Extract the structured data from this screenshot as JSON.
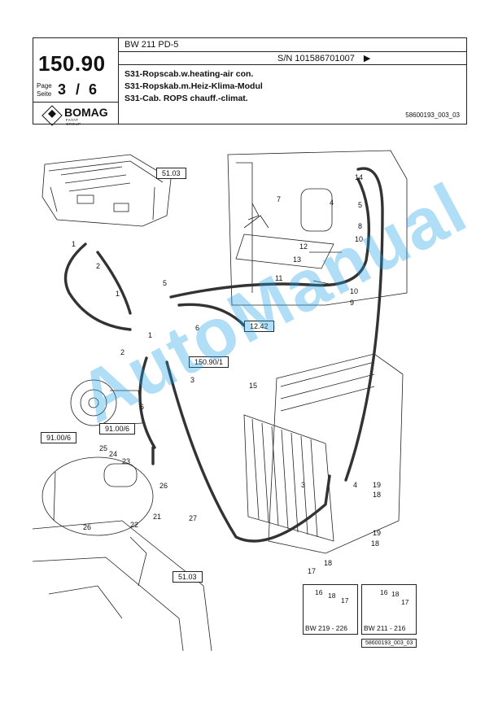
{
  "header": {
    "model": "BW 211 PD-5",
    "serial_number": "S/N 101586701007",
    "page_number": "150.90",
    "page_label": "Page\nSeite",
    "page_current": "3",
    "page_separator": "/",
    "page_total": "6",
    "titles": [
      "S31-Ropscab.w.heating-air con.",
      "S31-Ropskab.m.Heiz-Klima-Modul",
      "S31-Cab. ROPS chauff.-climat."
    ],
    "drawing_id": "58600193_003_03",
    "logo_brand": "BOMAG",
    "logo_sub": "FAYAT GROUP"
  },
  "watermark": "AutoManual",
  "references": [
    "51.03",
    "12.42",
    "150.90/1",
    "91.00/6",
    "91.00/6",
    "51.03"
  ],
  "callouts": [
    "1",
    "2",
    "1",
    "2",
    "5",
    "6",
    "3",
    "1",
    "6",
    "4",
    "7",
    "14",
    "5",
    "8",
    "10",
    "12",
    "13",
    "11",
    "10",
    "9",
    "15",
    "3",
    "4",
    "19",
    "18",
    "19",
    "18",
    "17",
    "18",
    "25",
    "24",
    "23",
    "26",
    "22",
    "21",
    "26",
    "27"
  ],
  "variants": [
    {
      "label": "BW 219 - 226",
      "parts": [
        "16",
        "18",
        "17"
      ]
    },
    {
      "label": "BW 211 - 216",
      "parts": [
        "16",
        "18",
        "17"
      ]
    }
  ],
  "footer_id": "58600193_003_03",
  "colors": {
    "line": "#222222",
    "hose": "#333333",
    "watermark": "#1ea0e6"
  }
}
